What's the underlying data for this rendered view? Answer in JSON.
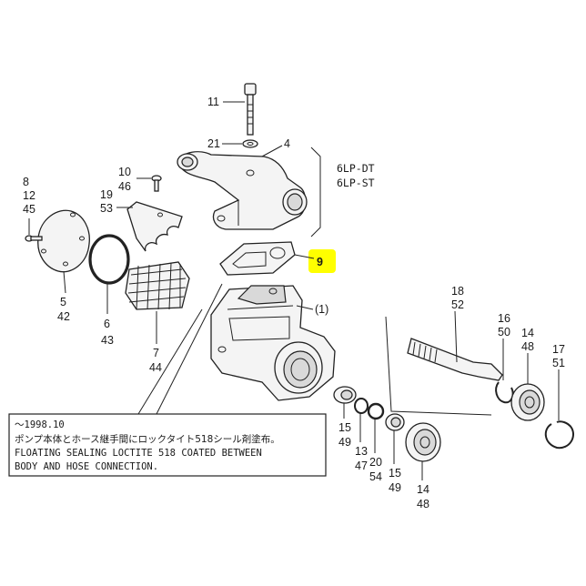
{
  "header": {
    "model_1": "6LP-DT",
    "model_2": "6LP-ST"
  },
  "callouts": [
    {
      "id": "c11",
      "text": "11"
    },
    {
      "id": "c21",
      "text": "21"
    },
    {
      "id": "c4",
      "text": "4"
    },
    {
      "id": "c10",
      "text": "10"
    },
    {
      "id": "c46",
      "text": "46"
    },
    {
      "id": "c8",
      "text": "8"
    },
    {
      "id": "c12",
      "text": "12"
    },
    {
      "id": "c45",
      "text": "45"
    },
    {
      "id": "c19",
      "text": "19"
    },
    {
      "id": "c53",
      "text": "53"
    },
    {
      "id": "c9",
      "text": "9"
    },
    {
      "id": "c1",
      "text": "(1)"
    },
    {
      "id": "c5",
      "text": "5"
    },
    {
      "id": "c42",
      "text": "42"
    },
    {
      "id": "c6",
      "text": "6"
    },
    {
      "id": "c43",
      "text": "43"
    },
    {
      "id": "c7",
      "text": "7"
    },
    {
      "id": "c44",
      "text": "44"
    },
    {
      "id": "c18",
      "text": "18"
    },
    {
      "id": "c52",
      "text": "52"
    },
    {
      "id": "c16",
      "text": "16"
    },
    {
      "id": "c50",
      "text": "50"
    },
    {
      "id": "c14a",
      "text": "14"
    },
    {
      "id": "c48a",
      "text": "48"
    },
    {
      "id": "c17",
      "text": "17"
    },
    {
      "id": "c51",
      "text": "51"
    },
    {
      "id": "c15a",
      "text": "15"
    },
    {
      "id": "c49a",
      "text": "49"
    },
    {
      "id": "c13",
      "text": "13"
    },
    {
      "id": "c47",
      "text": "47"
    },
    {
      "id": "c20",
      "text": "20"
    },
    {
      "id": "c54",
      "text": "54"
    },
    {
      "id": "c15b",
      "text": "15"
    },
    {
      "id": "c49b",
      "text": "49"
    },
    {
      "id": "c14b",
      "text": "14"
    },
    {
      "id": "c48b",
      "text": "48"
    }
  ],
  "note": {
    "line1": "～1998.10",
    "line2": "ポンプ本体とホース継手間にロックタイト518シール剤塗布。",
    "line3": "FLOATING SEALING LOCTITE 518 COATED BETWEEN",
    "line4": "BODY AND HOSE CONNECTION."
  },
  "colors": {
    "highlight": "#ffff00",
    "ink": "#222222"
  }
}
